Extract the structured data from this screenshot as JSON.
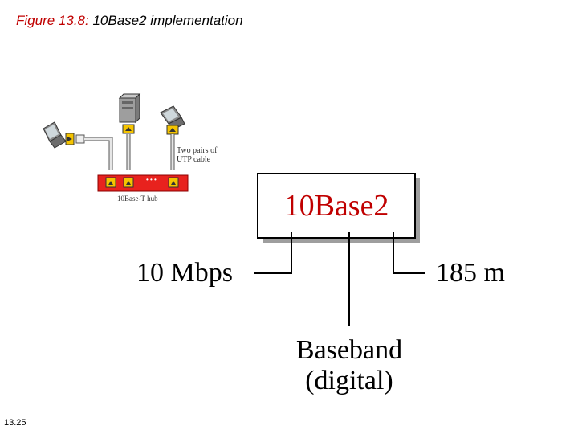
{
  "title": {
    "figure_label": "Figure 13.8:",
    "text": "10Base2  implementation"
  },
  "slide_number": "13.25",
  "network": {
    "cable_label_line1": "Two pairs of",
    "cable_label_line2": "UTP cable",
    "hub_label": "10Base-T hub",
    "hub_dots": "• • •"
  },
  "decomposition": {
    "name": "10Base2",
    "rate": "10 Mbps",
    "length": "185 m",
    "signal_line1": "Baseband",
    "signal_line2": "(digital)"
  },
  "colors": {
    "figure_label": "#c00000",
    "name_text": "#c00000",
    "hub": "#e8221e",
    "port": "#f5c400"
  }
}
